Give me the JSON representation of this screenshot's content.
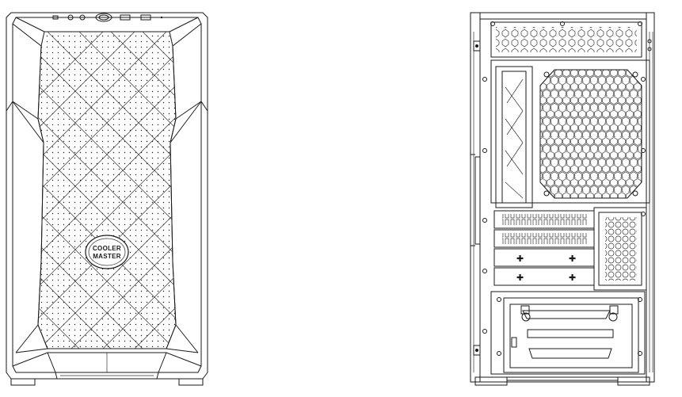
{
  "figure": {
    "views": [
      "front",
      "rear"
    ],
    "logo": {
      "line1": "COOLER",
      "line2": "MASTER"
    },
    "line_color": "#1a1a1a",
    "background": "#ffffff"
  }
}
